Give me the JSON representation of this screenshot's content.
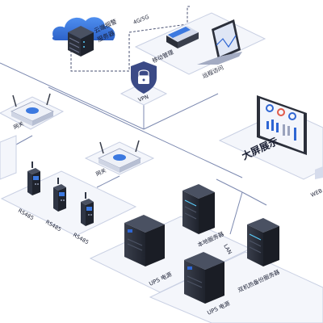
{
  "labels": {
    "cloud_server": "云端报警\n服务器",
    "network_4g5g": "4G/5G",
    "mobile_management": "移动管理",
    "remote_access": "远程访问",
    "vpn": "VPN",
    "gateway_left": "网关",
    "gateway_center": "网关",
    "big_screen": "大屏展示",
    "web_partial": "WEB",
    "rs485_1": "RS485",
    "rs485_2": "RS485",
    "rs485_3": "RS485",
    "ups_1": "UPS 电源",
    "ups_2": "UPS 电源",
    "local_server": "本地服务器",
    "lan": "LAN",
    "dual_hot_standby": "双机热备份服务器"
  },
  "colors": {
    "platform_top": "#f4f6fb",
    "platform_edge": "#c9d0e3",
    "line": "#7c89b0",
    "shield": "#3b4a86",
    "cloud": "#3c79e0",
    "server_dark": "#2b2f3a",
    "device_dark": "#2f3544",
    "screen_blue": "#2f66d3"
  }
}
